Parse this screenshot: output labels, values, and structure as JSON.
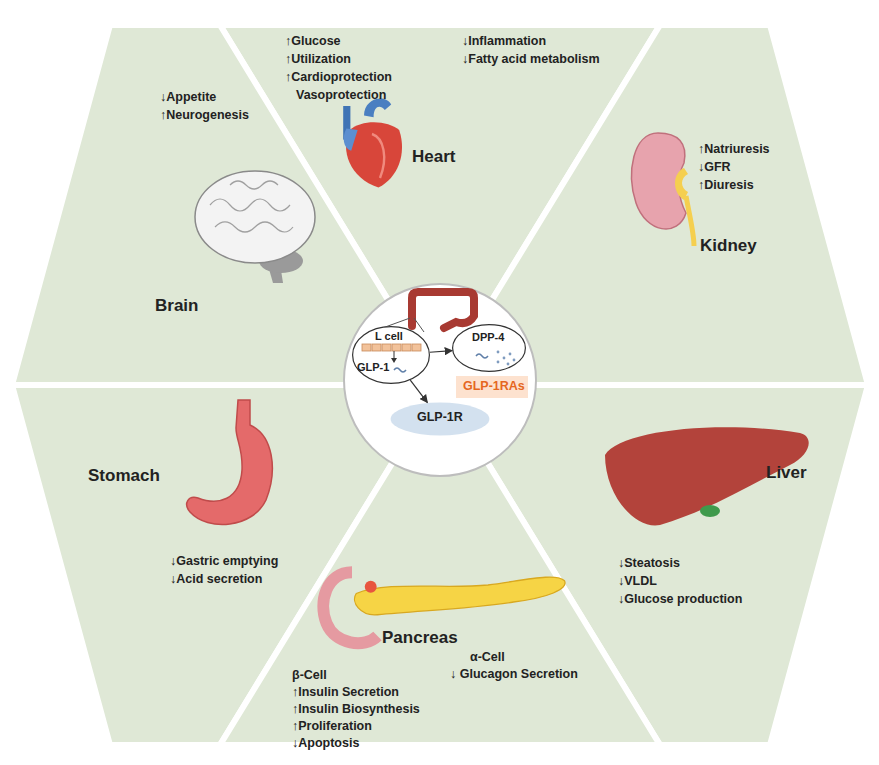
{
  "diagram": {
    "nodes": [
      {
        "text": [
          "Heart",
          "↑Glucose",
          "↑Utilization",
          "↑Cardioprotection",
          "Vasoprotection",
          "↓Inflammation",
          "↓Fatty acid metabolism"
        ]
      },
      {
        "text": [
          "Brain",
          "↓Appetite",
          "↑Neurogenesis"
        ]
      },
      {
        "text": [
          "Kidney",
          "↑Natriuresis",
          "↓GFR",
          "↑Diuresis"
        ]
      },
      {
        "text": [
          "Stomach",
          "↓Gastric emptying",
          "↓Acid secretion"
        ]
      },
      {
        "text": [
          "Liver",
          "↓Steatosis",
          "↓VLDL",
          "↓Glucose production"
        ]
      },
      {
        "text": [
          "Pancreas",
          "β-Cell",
          "↑Insulin Secretion",
          "↑Insulin Biosynthesis",
          "↑Proliferation",
          "↓Apoptosis",
          "α-Cell",
          "↓ Glucagon Secretion"
        ]
      },
      {
        "text": [
          "L cell",
          "GLP-1"
        ]
      },
      {
        "text": [
          "DPP-4"
        ]
      },
      {
        "text": [
          "GLP-1R"
        ]
      },
      {
        "text": [
          "GLP-1RAs"
        ]
      }
    ],
    "edges": [
      {
        "from": 6,
        "to": 7,
        "arrow": "to"
      },
      {
        "from": 6,
        "to": 8,
        "arrow": "to"
      }
    ]
  }
}
